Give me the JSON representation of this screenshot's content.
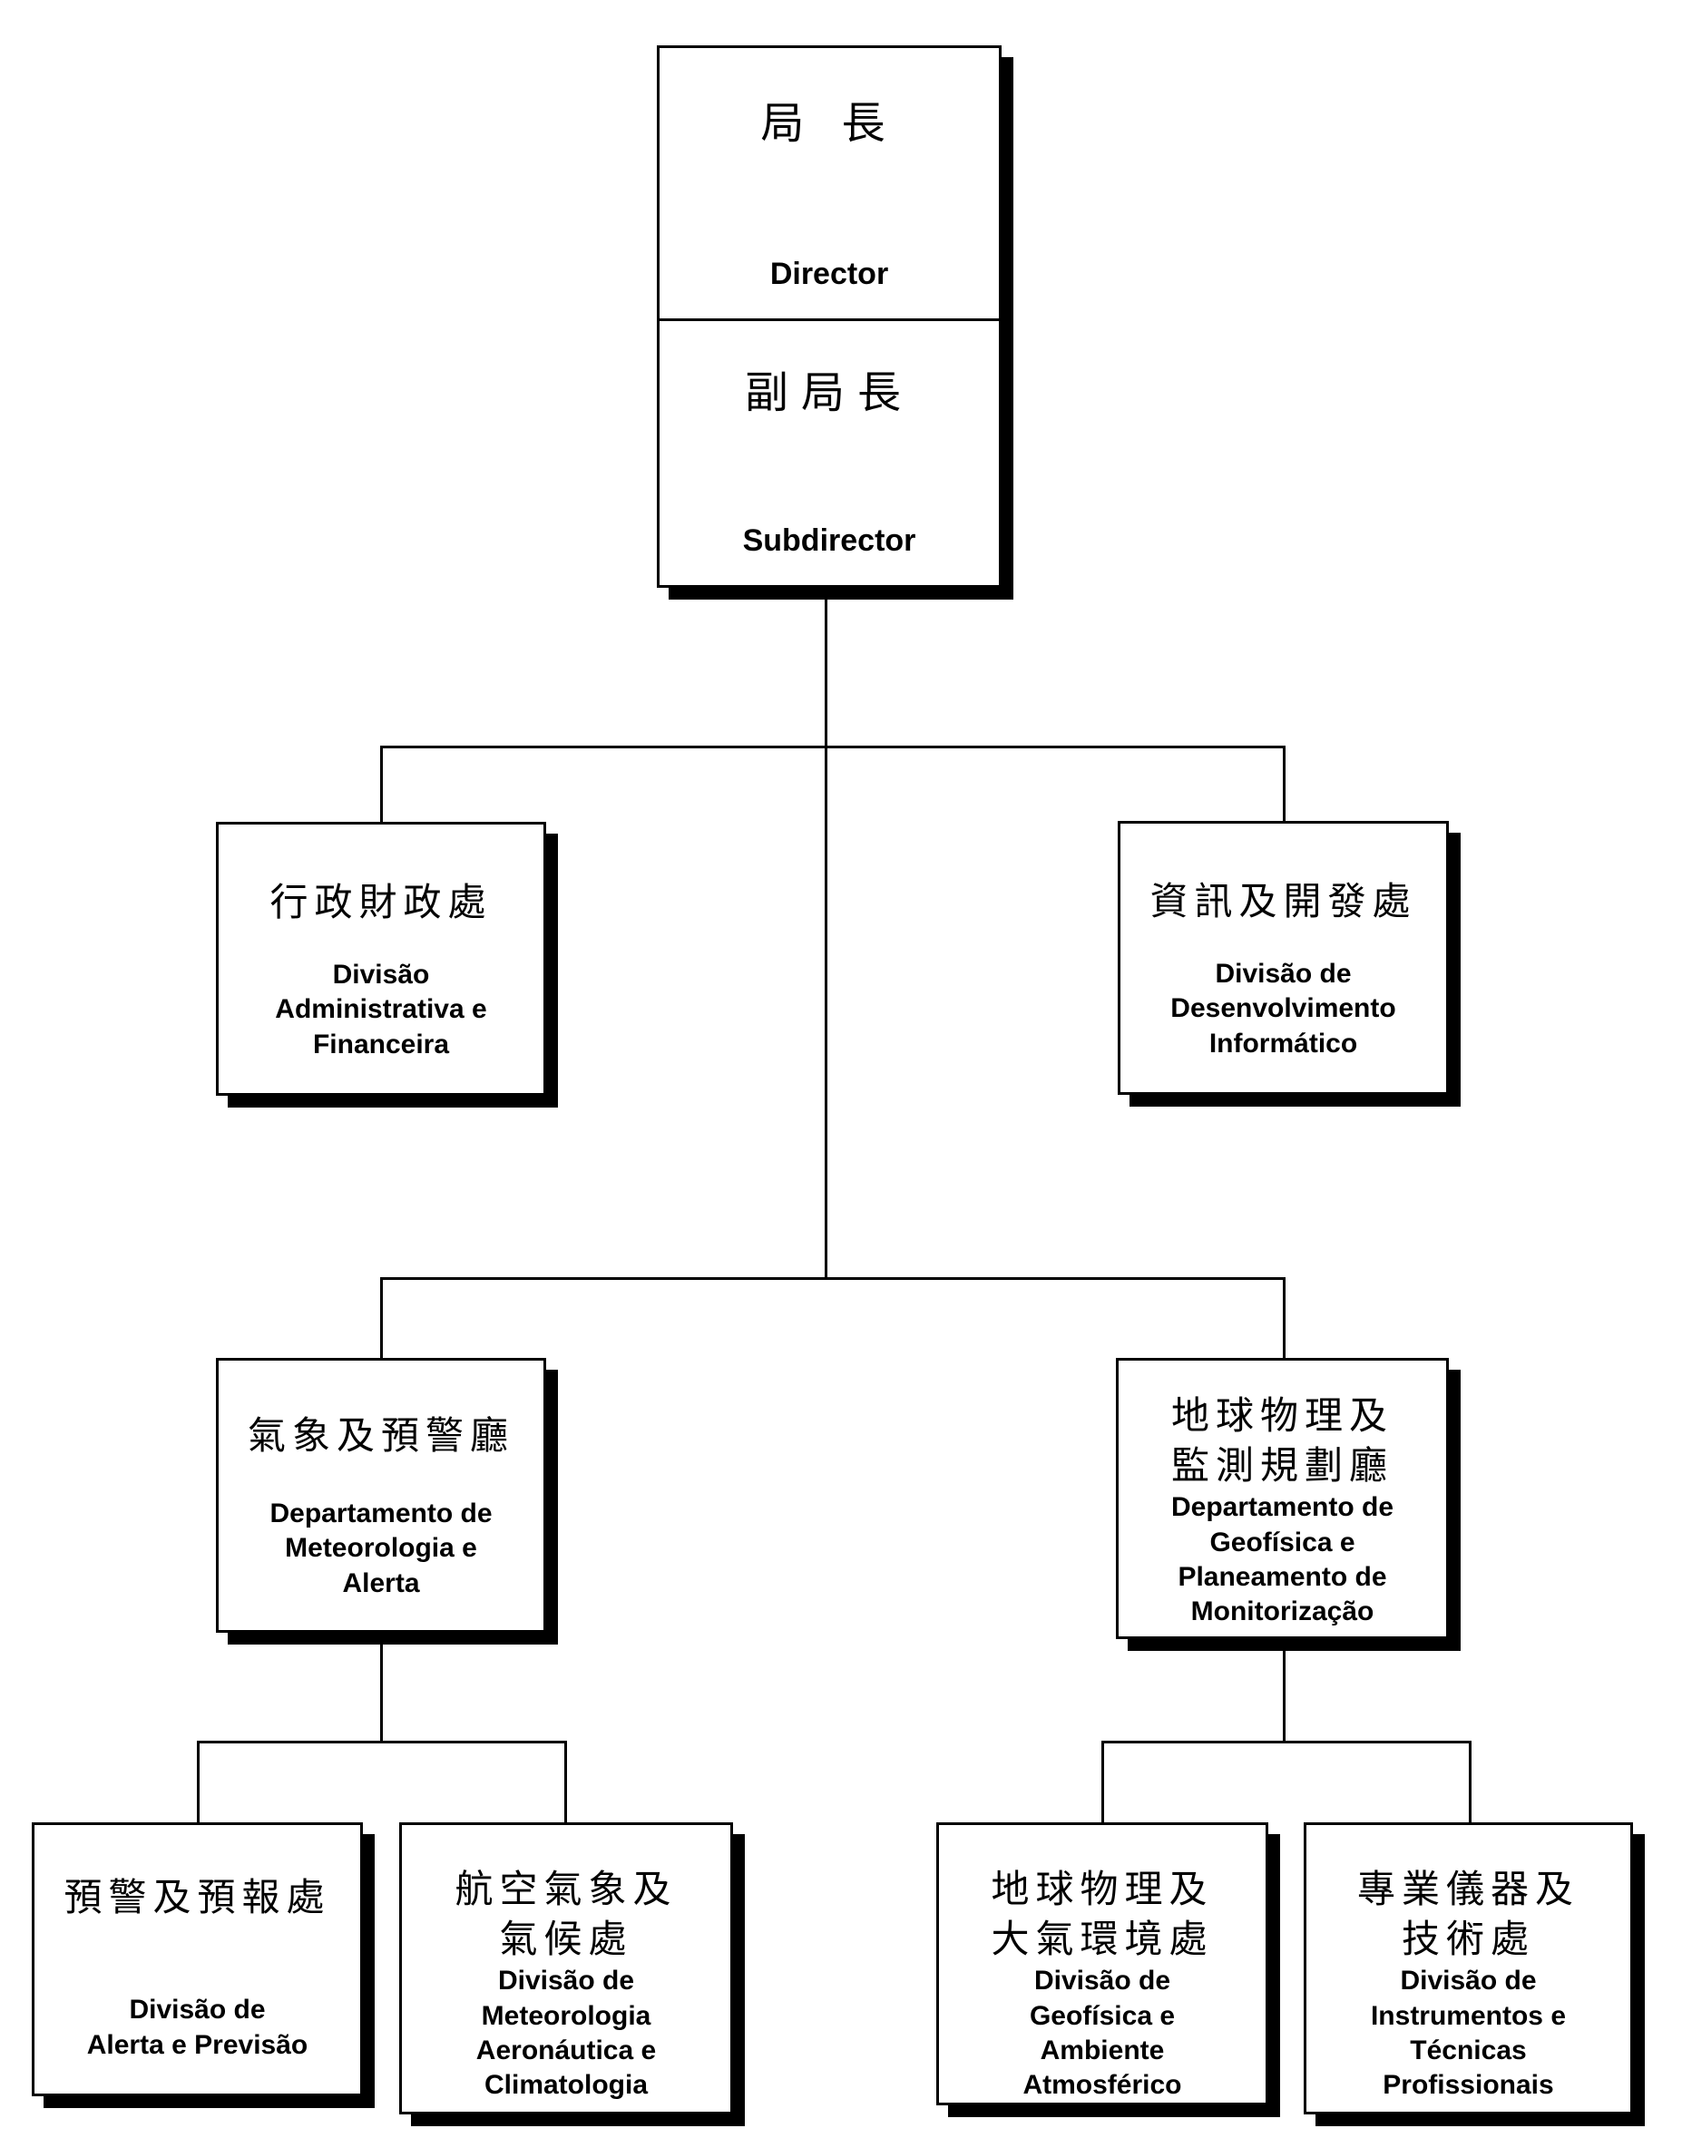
{
  "palette": {
    "background": "#ffffff",
    "box_fill": "#ffffff",
    "box_border": "#000000",
    "shadow": "#000000",
    "line": "#000000",
    "text": "#000000"
  },
  "nodes": {
    "director": {
      "zh": "局 長",
      "pt": "Director"
    },
    "subdirector": {
      "zh": "副局長",
      "pt": "Subdirector"
    },
    "admin_financial_division": {
      "zh": "行政財政處",
      "pt": "Divisão\nAdministrativa e\nFinanceira"
    },
    "it_development_division": {
      "zh": "資訊及開發處",
      "pt": "Divisão de\nDesenvolvimento\nInformático"
    },
    "meteorology_alert_department": {
      "zh": "氣象及預警廳",
      "pt": "Departamento de\nMeteorologia e\nAlerta"
    },
    "geophysics_planning_department": {
      "zh": "地球物理及\n監測規劃廳",
      "pt": "Departamento de\nGeofísica e\nPlaneamento de\nMonitorização"
    },
    "alert_forecast_division": {
      "zh": "預警及預報處",
      "pt": "Divisão de\nAlerta e Previsão"
    },
    "aeronautical_climatology_division": {
      "zh": "航空氣象及\n氣候處",
      "pt": "Divisão de\nMeteorologia\nAeronáutica e\nClimatologia"
    },
    "geophysics_atmospheric_division": {
      "zh": "地球物理及\n大氣環境處",
      "pt": "Divisão de\nGeofísica e\nAmbiente\nAtmosférico"
    },
    "instruments_techniques_division": {
      "zh": "專業儀器及\n技術處",
      "pt": "Divisão de\nInstrumentos e\nTécnicas\nProfissionais"
    }
  }
}
